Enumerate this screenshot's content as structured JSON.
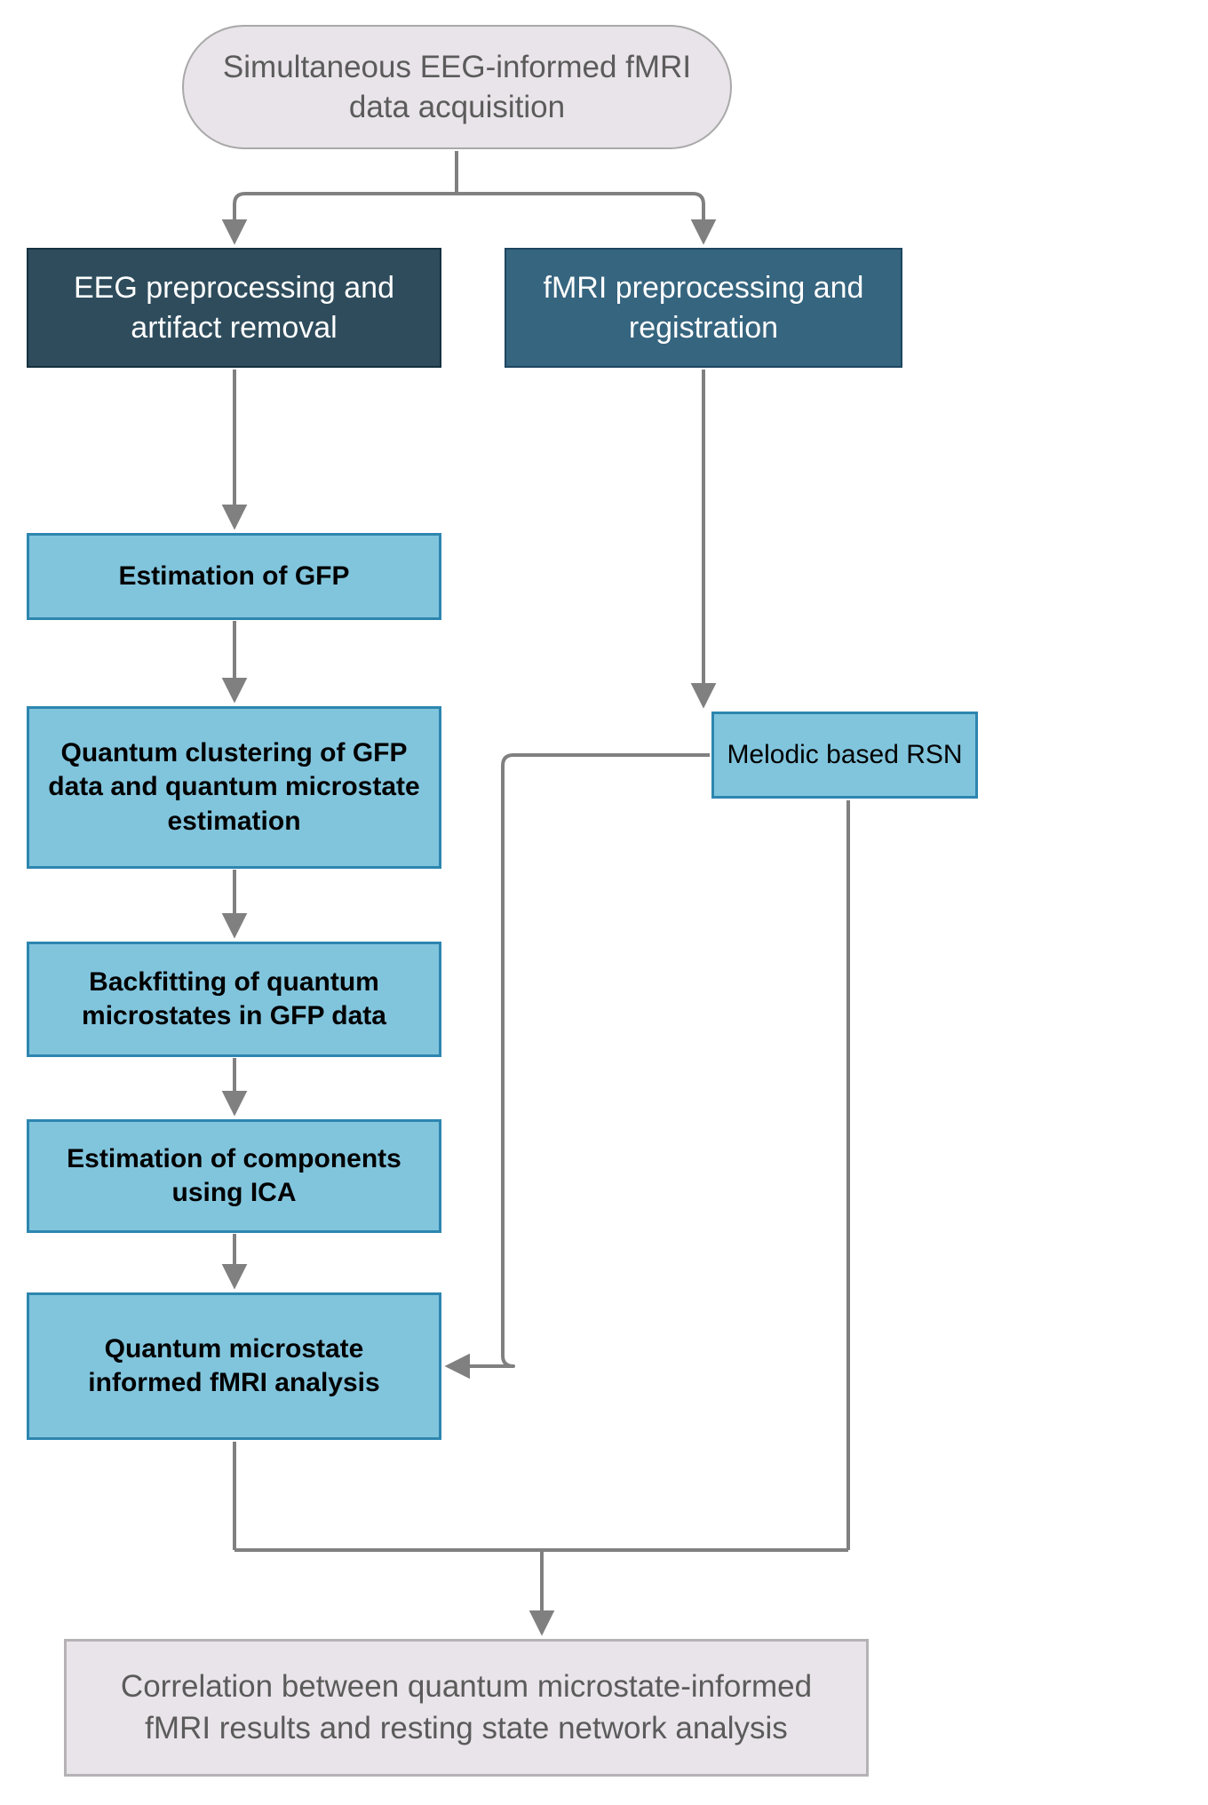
{
  "diagram": {
    "title": "Simultaneous EEG-informed fMRI data acquisition workflow",
    "colors": {
      "acquisition_fill": "#e9e4e9",
      "acquisition_border": "#a9a9a9",
      "acquisition_text": "#5b5b5b",
      "eeg_header_fill": "#2e4c5c",
      "fmri_header_fill": "#36657f",
      "header_text": "#ffffff",
      "process_fill": "#81c5dd",
      "process_border": "#2d86af",
      "process_text": "#000000",
      "arrow": "#808080",
      "background": "#ffffff"
    },
    "nodes": {
      "acquisition": {
        "label": "Simultaneous EEG-informed fMRI\ndata acquisition"
      },
      "eeg_preprocessing": {
        "label": "EEG preprocessing and\nartifact  removal"
      },
      "fmri_preprocessing": {
        "label": "fMRI preprocessing and\nregistration"
      },
      "gfp_estimation": {
        "label": "Estimation of GFP"
      },
      "quantum_clustering": {
        "label": "Quantum   clustering of GFP\ndata and quantum microstate\nestimation"
      },
      "backfitting": {
        "label": "Backfitting of quantum\nmicrostates in GFP data"
      },
      "ica_components": {
        "label": "Estimation of components\nusing ICA"
      },
      "quantum_microstate_fmri": {
        "label": "Quantum microstate\ninformed  fMRI analysis"
      },
      "melodic_rsn": {
        "label": "Melodic based RSN"
      },
      "correlation": {
        "label": "Correlation between quantum microstate-informed\nfMRI results  and  resting state network analysis"
      }
    },
    "edges": [
      {
        "from": "acquisition",
        "to": "eeg_preprocessing"
      },
      {
        "from": "acquisition",
        "to": "fmri_preprocessing"
      },
      {
        "from": "eeg_preprocessing",
        "to": "gfp_estimation"
      },
      {
        "from": "gfp_estimation",
        "to": "quantum_clustering"
      },
      {
        "from": "quantum_clustering",
        "to": "backfitting"
      },
      {
        "from": "backfitting",
        "to": "ica_components"
      },
      {
        "from": "ica_components",
        "to": "quantum_microstate_fmri"
      },
      {
        "from": "fmri_preprocessing",
        "to": "melodic_rsn"
      },
      {
        "from": "melodic_rsn",
        "to": "quantum_microstate_fmri"
      },
      {
        "from": "quantum_microstate_fmri",
        "to": "correlation"
      },
      {
        "from": "melodic_rsn",
        "to": "correlation"
      }
    ]
  }
}
